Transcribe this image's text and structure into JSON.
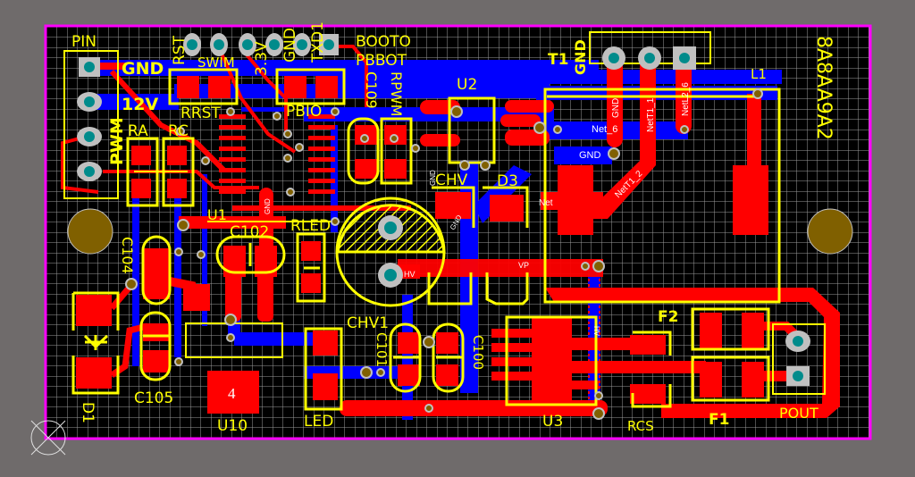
{
  "view": {
    "background": "#6f6b6b",
    "board_fill": "#000000",
    "board_outline": "#ff00ff",
    "grid": "#9a9a9a",
    "top_copper": "#ff0000",
    "bottom_copper": "#0000ff",
    "silkscreen": "#ffff00",
    "pad_ring": "#c0c0c0",
    "pad_hole": "#008b8b",
    "via_hole": "#806000",
    "mount_hole": "#806000"
  },
  "board_code": "8A8AA9A2",
  "components": {
    "pin_header": "PIN",
    "pin_gnd": "GND",
    "pin_12v": "12V",
    "pin_pwm": "PWM",
    "ra": "RA",
    "rc": "RC",
    "rst": "RST",
    "swim": "SWIM",
    "v33": "3.3V",
    "gnd_hdr": "GND",
    "txd": "TXD1",
    "boot": "BOOTO",
    "pbbot": "PBBOT",
    "rrst": "RRST",
    "pbio": "PBIO",
    "c109": "C109",
    "rpwm": "RPWM",
    "u2": "U2",
    "t1": "T1",
    "t1_gnd": "GND",
    "l1": "L1",
    "u1": "U1",
    "c102": "C102",
    "rled": "RLED",
    "chv": "CHV",
    "d3": "D3",
    "c104": "C104",
    "d1": "D1",
    "c105": "C105",
    "u10": "U10",
    "u10_pin": "4",
    "chv1": "CHV1",
    "c101": "C101",
    "c100": "C100",
    "led": "LED",
    "u3": "U3",
    "f2": "F2",
    "f1": "F1",
    "rcs": "RCS",
    "pout": "POUT"
  },
  "nets": {
    "gnd_a": "GND",
    "net_t1_1": "NetT1_1",
    "net_l2_6": "NetL2_6",
    "net_6": "Net_6",
    "gnd_b": "GND",
    "net_t1_2": "NetT1_2",
    "net_left": "Net",
    "gnd_c": "GND",
    "gnd_d": "GND",
    "gnd_e": "GND",
    "hv_a": "HV",
    "hv_b": "HV",
    "hv_c": "HV",
    "vp": "VP",
    "gnd_f": "GND",
    "gnd_g": "GND"
  }
}
